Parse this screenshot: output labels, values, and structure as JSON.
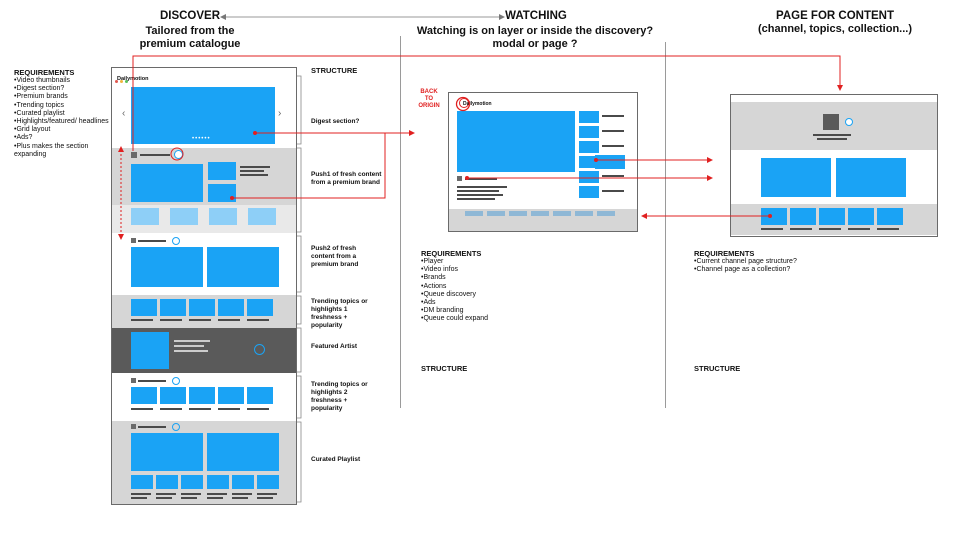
{
  "headers": {
    "discover": "DISCOVER",
    "discover_sub": "Tailored from the premium catalogue",
    "watching": "WATCHING",
    "watching_sub": "Watching is on layer or inside the discovery? modal or page ?",
    "page_for_content": "PAGE FOR CONTENT",
    "page_for_content_sub": "(channel, topics, collection...)"
  },
  "left_requirements": {
    "title": "REQUIREMENTS",
    "items": [
      "Video thumbnails",
      "Digest section?",
      "Premium brands",
      "Trending topics",
      "Curated playlist",
      "Highlights/featured/ headlines",
      "Grid layout",
      "Ads?",
      "Plus makes the section expanding"
    ]
  },
  "discover_wireframe": {
    "brand": "Dailymotion"
  },
  "structure_labels": {
    "title": "STRUCTURE",
    "digest": "Digest section?",
    "push1": "Push1 of fresh content from a premium brand",
    "push2": "Push2 of fresh content from a premium brand",
    "trending1": "Trending topics or highlights 1 freshness + popularity",
    "featured": "Featured Artist",
    "trending2": "Trending topics or highlights 2 freshness + popularity",
    "curated": "Curated Playlist"
  },
  "watching_wireframe": {
    "brand": "Dailymotion",
    "back_label": "BACK TO ORIGIN"
  },
  "watching_requirements": {
    "title": "REQUIREMENTS",
    "items": [
      "Player",
      "Video infos",
      "Brands",
      "Actions",
      "Queue discovery",
      "Ads",
      "DM branding",
      "Queue could expand"
    ],
    "structure": "STRUCTURE"
  },
  "content_requirements": {
    "title": "REQUIREMENTS",
    "items": [
      "Current channel page structure?",
      "Channel page as a collection?"
    ],
    "structure": "STRUCTURE"
  },
  "colors": {
    "accent_blue": "#1aa3f5",
    "annotation_red": "#e02020",
    "frame_grey": "#d6d6d6",
    "dark_band": "#5a5a5a"
  }
}
